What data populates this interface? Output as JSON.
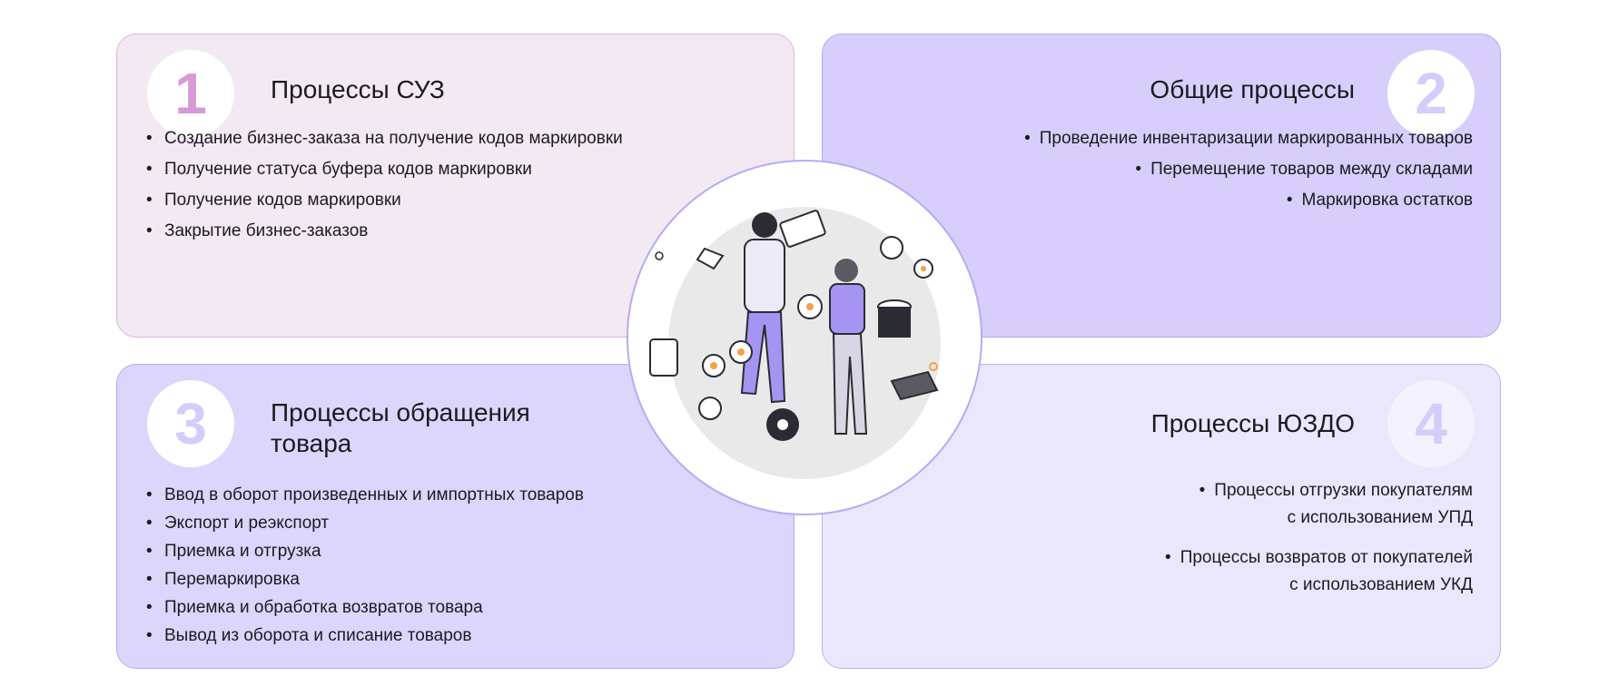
{
  "quadrants": [
    {
      "number": "1",
      "title": "Процессы СУЗ",
      "items": [
        "Создание бизнес-заказа на получение кодов маркировки",
        "Получение статуса буфера кодов маркировки",
        "Получение кодов маркировки",
        "Закрытие бизнес-заказов"
      ]
    },
    {
      "number": "2",
      "title": "Общие процессы",
      "items": [
        "Проведение инвентаризации маркированных товаров",
        "Перемещение товаров между складами",
        "Маркировка остатков"
      ]
    },
    {
      "number": "3",
      "title_line1": "Процессы обращения",
      "title_line2": "товара",
      "items": [
        "Ввод в оборот произведенных и импортных товаров",
        "Экспорт и реэкспорт",
        "Приемка и отгрузка",
        "Перемаркировка",
        "Приемка и обработка возвратов товара",
        "Вывод из оборота и списание товаров"
      ]
    },
    {
      "number": "4",
      "title": "Процессы ЮЗДО",
      "items": [
        {
          "line1": "Процессы отгрузки покупателям",
          "line2": "с использованием УПД"
        },
        {
          "line1": "Процессы возвратов от покупателей",
          "line2": "с использованием УКД"
        }
      ]
    }
  ],
  "colors": {
    "q1_bg": "#f2e9f3",
    "q2_bg": "#d7cefb",
    "q3_bg": "#dcd5fc",
    "q4_bg": "#eae7fd",
    "q1_number": "#d89ad6",
    "q_number": "#d4ccfa",
    "accent_orange": "#f5a04a"
  }
}
